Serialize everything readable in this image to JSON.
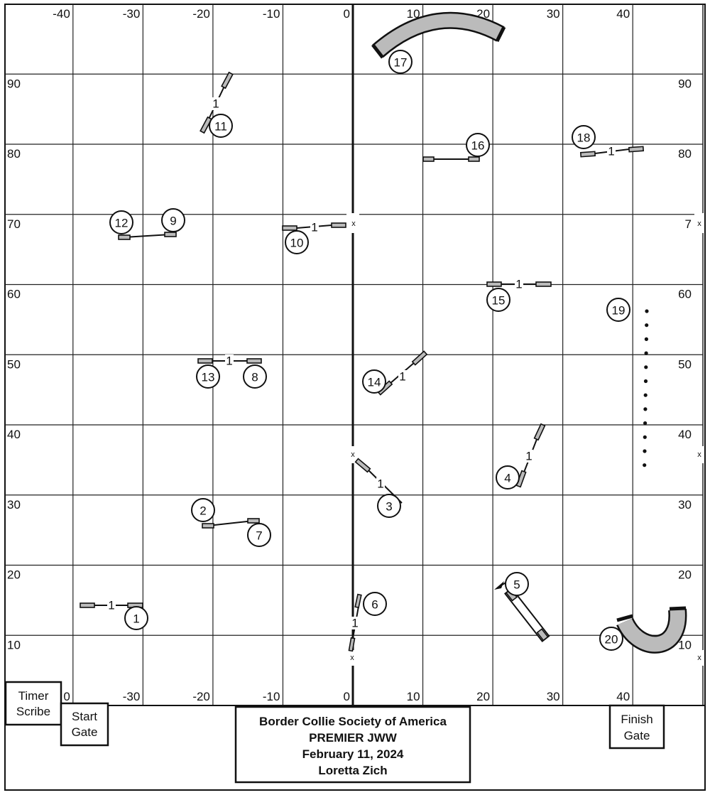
{
  "course": {
    "title_block": {
      "club": "Border Collie Society of America",
      "class": "PREMIER JWW",
      "date": "February 11, 2024",
      "judge": "Loretta Zich"
    },
    "boxes": {
      "timer_scribe": [
        "Timer",
        "Scribe"
      ],
      "start_gate": [
        "Start",
        "Gate"
      ],
      "finish_gate": [
        "Finish",
        "Gate"
      ]
    },
    "x_axis_labels": [
      "-40",
      "-30",
      "-20",
      "-10",
      "0",
      "10",
      "20",
      "30",
      "40"
    ],
    "bottom_axis_labels": [
      "0",
      "-30",
      "-20",
      "-10",
      "0",
      "10",
      "20",
      "30",
      "40"
    ],
    "y_axis_labels_left": [
      "90",
      "80",
      "70",
      "60",
      "50",
      "40",
      "30",
      "20",
      "10"
    ],
    "y_axis_labels_right": [
      "90",
      "80",
      "7",
      "60",
      "50",
      "40",
      "30",
      "20",
      "10"
    ],
    "obstacle_numbers": [
      "1",
      "2",
      "3",
      "4",
      "5",
      "6",
      "7",
      "8",
      "9",
      "10",
      "11",
      "12",
      "13",
      "14",
      "15",
      "16",
      "17",
      "18",
      "19",
      "20"
    ],
    "spread_label": "1",
    "marker": "x",
    "colors": {
      "tunnel": "#bbbbbb",
      "bar": "#bbbbbb",
      "line": "#111111"
    }
  }
}
